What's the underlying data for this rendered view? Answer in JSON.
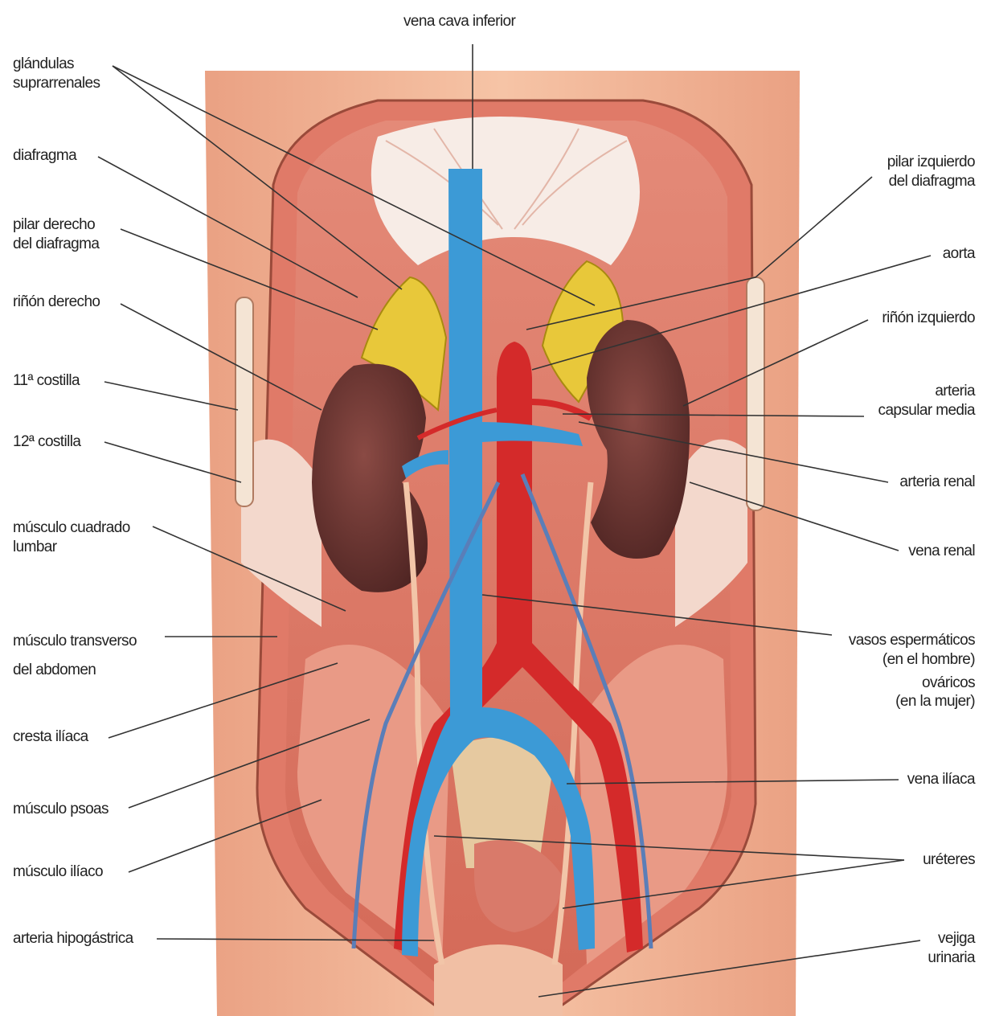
{
  "labels": {
    "vena_cava_inferior": "vena cava inferior",
    "glandulas_1": "glándulas",
    "glandulas_2": "suprarrenales",
    "diafragma": "diafragma",
    "pilar_derecho_1": "pilar derecho",
    "pilar_derecho_2": "del diafragma",
    "rinon_derecho": "riñón derecho",
    "costilla_11": "11ª costilla",
    "costilla_12": "12ª costilla",
    "cuadrado_1": "músculo cuadrado",
    "cuadrado_2": "lumbar",
    "transverso_1": "músculo transverso",
    "transverso_2": "del abdomen",
    "cresta_iliaca": "cresta ilíaca",
    "psoas": "músculo psoas",
    "iliaco": "músculo ilíaco",
    "hipogastrica": "arteria hipogástrica",
    "pilar_izquierdo_1": "pilar izquierdo",
    "pilar_izquierdo_2": "del diafragma",
    "aorta": "aorta",
    "rinon_izquierdo": "riñón izquierdo",
    "capsular_1": "arteria",
    "capsular_2": "capsular media",
    "arteria_renal": "arteria renal",
    "vena_renal": "vena renal",
    "vasos_1": "vasos espermáticos",
    "vasos_2": "(en el hombre)",
    "vasos_3": "ováricos",
    "vasos_4": "(en la mujer)",
    "vena_iliaca": "vena ilíaca",
    "ureteres": "uréteres",
    "vejiga_1": "vejiga",
    "vejiga_2": "urinaria"
  },
  "colors": {
    "skin": "#f2b594",
    "muscle": "#d9695a",
    "kidney": "#6b3330",
    "adrenal": "#e8c83a",
    "vein": "#3c9ad6",
    "artery": "#d42a2a",
    "leader": "#333333"
  }
}
